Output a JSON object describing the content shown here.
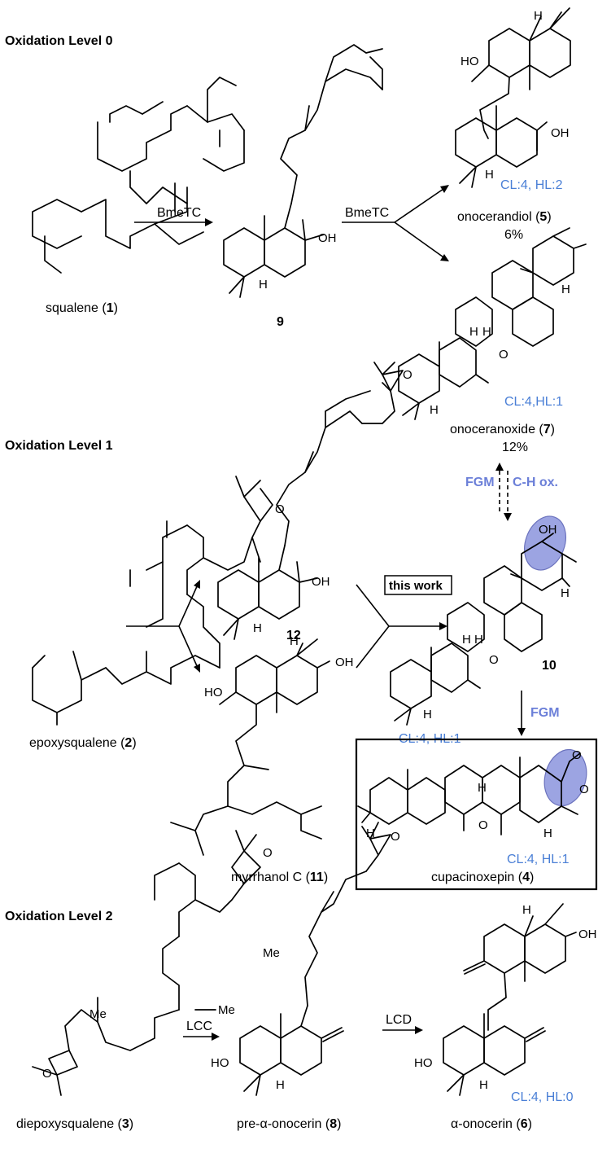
{
  "sections": {
    "level0": "Oxidation Level  0",
    "level1": "Oxidation Level 1",
    "level2": "Oxidation Level  2"
  },
  "compounds": {
    "squalene": {
      "name": "squalene (",
      "num": "1",
      "close": ")"
    },
    "c9": {
      "num": "9"
    },
    "onocerandiol": {
      "name": "onocerandiol (",
      "num": "5",
      "close": ")",
      "yield": "6%",
      "cl": "CL:4, HL:2"
    },
    "onoceranoxide": {
      "name": "onoceranoxide (",
      "num": "7",
      "close": ")",
      "yield": "12%",
      "cl": "CL:4,HL:1"
    },
    "epoxysqualene": {
      "name": "epoxysqualene (",
      "num": "2",
      "close": ")"
    },
    "c12": {
      "num": "12"
    },
    "myrrhanol": {
      "name": "myrrhanol C (",
      "num": "11",
      "close": ")"
    },
    "c10": {
      "num": "10",
      "cl": "CL:4, HL:1"
    },
    "cupacinoxepin": {
      "name": "cupacinoxepin (",
      "num": "4",
      "close": ")",
      "cl": "CL:4, HL:1"
    },
    "diepoxysqualene": {
      "name": "diepoxysqualene (",
      "num": "3",
      "close": ")"
    },
    "preonocerin": {
      "name": "pre-α-onocerin (",
      "num": "8",
      "close": ")"
    },
    "aonocerin": {
      "name": "α-onocerin (",
      "num": "6",
      "close": ")",
      "cl": "CL:4, HL:0"
    }
  },
  "reagents": {
    "bmetc1": "BmeTC",
    "bmetc2": "BmeTC",
    "thiswork": "this work",
    "fgm_up": "FGM",
    "ch_ox": "C-H ox.",
    "fgm_down": "FGM",
    "lcc": "LCC",
    "lcd": "LCD"
  },
  "atom_labels": {
    "oh": "OH",
    "ho": "HO",
    "h": "H",
    "o": "O",
    "me": "Me"
  },
  "colors": {
    "annotation_blue": "#4a7fd6",
    "fgm_blue": "#6b7fd8",
    "highlight_fill": "#7b86d9"
  }
}
